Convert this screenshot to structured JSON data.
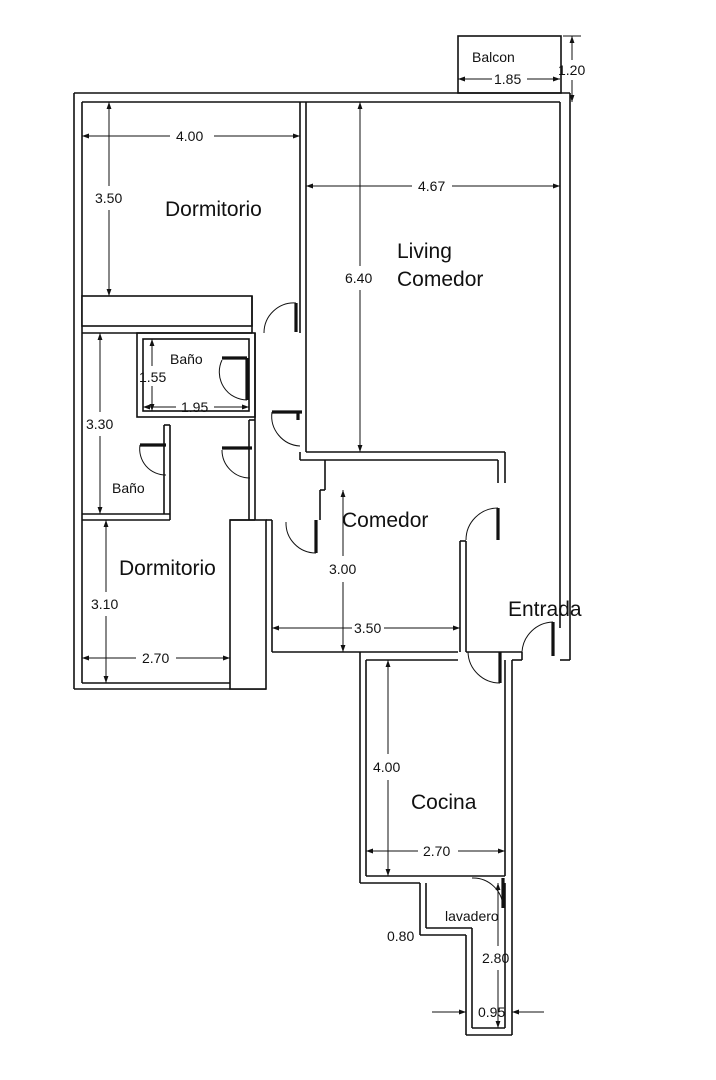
{
  "rooms": {
    "balcon": "Balcon",
    "dormitorio_1": "Dormitorio",
    "living_line1": "Living",
    "living_line2": "Comedor",
    "bano_1": "Baño",
    "bano_2": "Baño",
    "comedor": "Comedor",
    "dormitorio_2": "Dormitorio",
    "entrada": "Entrada",
    "cocina": "Cocina",
    "lavadero": "lavadero"
  },
  "dimensions": {
    "balcon_width": "1.85",
    "balcon_depth": "1.20",
    "dorm1_width": "4.00",
    "dorm1_depth": "3.50",
    "living_width": "4.67",
    "living_depth": "6.40",
    "bano1_depth": "1.55",
    "bano1_width": "1.95",
    "banos_depth": "3.30",
    "comedor_depth": "3.00",
    "comedor_width": "3.50",
    "dorm2_depth": "3.10",
    "dorm2_width": "2.70",
    "cocina_depth": "4.00",
    "cocina_width": "2.70",
    "lavadero_step": "0.80",
    "lavadero_depth": "2.80",
    "lavadero_width": "0.95"
  }
}
